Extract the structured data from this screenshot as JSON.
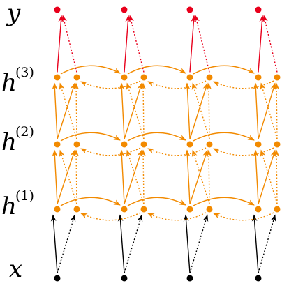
{
  "labels": {
    "y": "y",
    "h": "h",
    "h1_sup": "(1)",
    "h2_sup": "(2)",
    "h3_sup": "(3)",
    "x": "x"
  },
  "colors": {
    "hidden": "#f28a00",
    "output": "#e8001c",
    "input": "#000000",
    "background": "#ffffff"
  },
  "structure": {
    "time_steps": 4,
    "hidden_layers": 3,
    "directions": [
      "forward",
      "backward"
    ],
    "node_shape": "filled-circle",
    "arrow_styles": {
      "forward": "solid",
      "backward": "dotted"
    }
  }
}
